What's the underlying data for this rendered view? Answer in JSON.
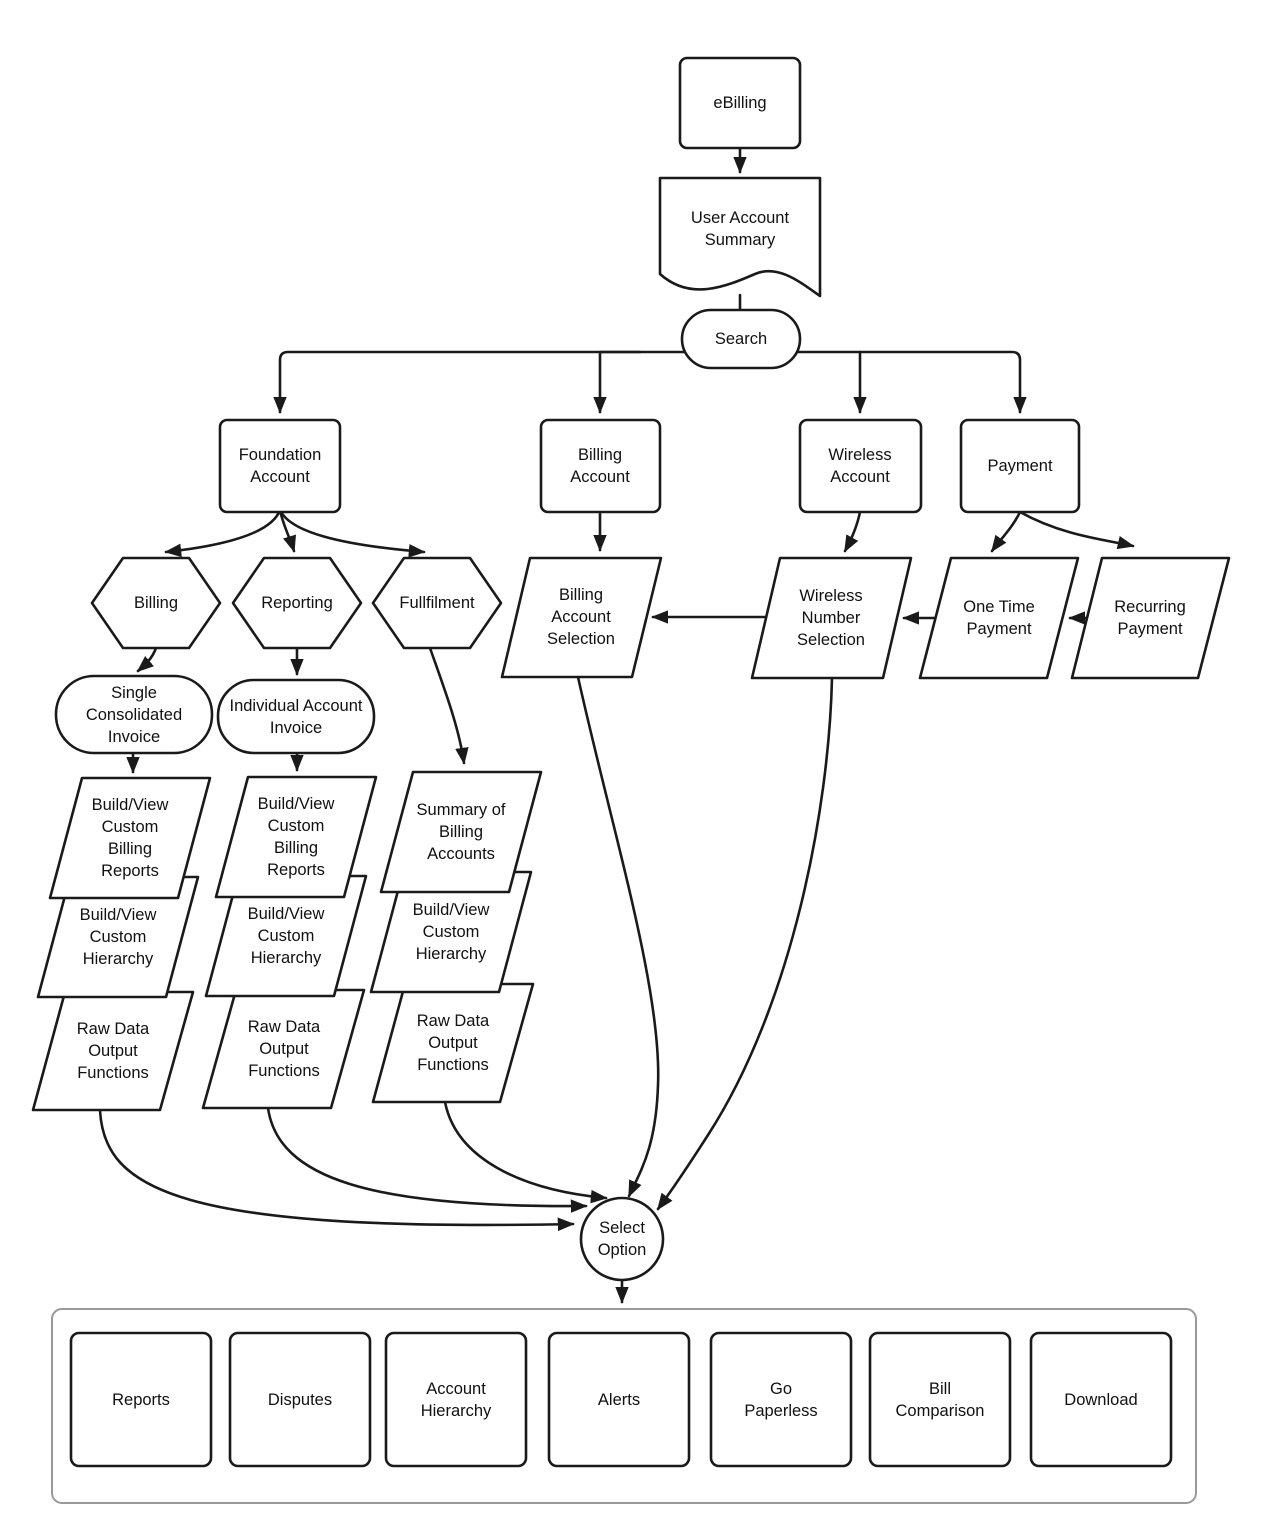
{
  "diagram": {
    "type": "flowchart",
    "nodes": {
      "ebilling": "eBilling",
      "user_account_summary": "User Account Summary",
      "search": "Search",
      "foundation_account": "Foundation Account",
      "billing_account": "Billing Account",
      "wireless_account": "Wireless Account",
      "payment": "Payment",
      "billing": "Billing",
      "reporting": "Reporting",
      "fullfilment": "Fullfilment",
      "single_consolidated_invoice": "Single Consolidated Invoice",
      "individual_account_invoice": "Individual Account Invoice",
      "c1_reports": "Build/View Custom Billing Reports",
      "c1_hierarchy": "Build/View Custom Hierarchy",
      "c1_raw": "Raw Data Output Functions",
      "c2_reports": "Build/View Custom Billing Reports",
      "c2_hierarchy": "Build/View Custom Hierarchy",
      "c2_raw": "Raw Data Output Functions",
      "c3_summary": "Summary of Billing Accounts",
      "c3_hierarchy": "Build/View Custom Hierarchy",
      "c3_raw": "Raw Data Output Functions",
      "billing_account_selection": "Billing Account Selection",
      "wireless_number_selection": "Wireless Number Selection",
      "one_time_payment": "One Time Payment",
      "recurring_payment": "Recurring Payment",
      "select_option": "Select Option",
      "options": [
        "Reports",
        "Disputes",
        "Account Hierarchy",
        "Alerts",
        "Go Paperless",
        "Bill Comparison",
        "Download"
      ]
    },
    "colors": {
      "stroke": "#1a1a1a",
      "shape_fill": "#ffffff",
      "container_border": "#999999",
      "text": "#111111"
    }
  }
}
